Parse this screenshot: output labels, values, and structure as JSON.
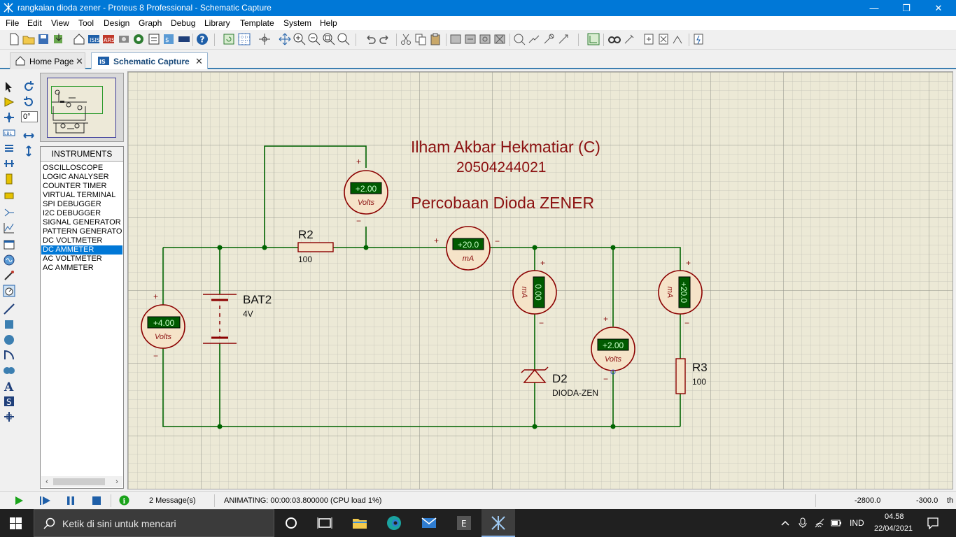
{
  "window": {
    "title": "rangkaian dioda zener - Proteus 8 Professional - Schematic Capture",
    "minimize": "—",
    "restore": "❐",
    "close": "✕"
  },
  "menu": [
    "File",
    "Edit",
    "View",
    "Tool",
    "Design",
    "Graph",
    "Debug",
    "Library",
    "Template",
    "System",
    "Help"
  ],
  "tabs": [
    {
      "label": "Home Page",
      "close": "✕"
    },
    {
      "label": "Schematic Capture",
      "close": "✕"
    }
  ],
  "tools": {
    "angle": "0°"
  },
  "instruments": {
    "header": "INSTRUMENTS",
    "items": [
      "OSCILLOSCOPE",
      "LOGIC ANALYSER",
      "COUNTER TIMER",
      "VIRTUAL TERMINAL",
      "SPI DEBUGGER",
      "I2C DEBUGGER",
      "SIGNAL GENERATOR",
      "PATTERN GENERATO",
      "DC VOLTMETER",
      "DC AMMETER",
      "AC VOLTMETER",
      "AC AMMETER"
    ],
    "selected": "DC AMMETER"
  },
  "schematic": {
    "author": "Ilham Akbar Hekmatiar (C)",
    "id": "20504244021",
    "subtitle": "Percobaan Dioda ZENER",
    "battery": {
      "ref": "BAT2",
      "value": "4V"
    },
    "r2": {
      "ref": "R2",
      "value": "100"
    },
    "r3": {
      "ref": "R3",
      "value": "100"
    },
    "diode": {
      "ref": "D2",
      "value": "DIODA-ZEN"
    },
    "meters": {
      "v_battery": {
        "reading": "+4.00",
        "unit": "Volts"
      },
      "v_r2": {
        "reading": "+2.00",
        "unit": "Volts"
      },
      "a_main": {
        "reading": "+20.0",
        "unit": "mA"
      },
      "a_diode": {
        "reading": "0.00",
        "unit": "mA"
      },
      "v_diode": {
        "reading": "+2.00",
        "unit": "Volts"
      },
      "a_r3": {
        "reading": "+20.0",
        "unit": "mA"
      }
    },
    "plus": "+",
    "minus": "−",
    "colors": {
      "wire": "#006400",
      "component": "#8b0000",
      "meter_fill": "#f5e3c8",
      "display": "#005a00",
      "display_text": "#c8ffc8",
      "text": "#8b1010"
    }
  },
  "status": {
    "messages": "2 Message(s)",
    "animating": "ANIMATING: 00:00:03.800000 (CPU load 1%)",
    "x": "-2800.0",
    "y": "-300.0",
    "unit": "th"
  },
  "taskbar": {
    "search_placeholder": "Ketik di sini untuk mencari",
    "lang": "IND",
    "time": "04.58",
    "date": "22/04/2021"
  }
}
